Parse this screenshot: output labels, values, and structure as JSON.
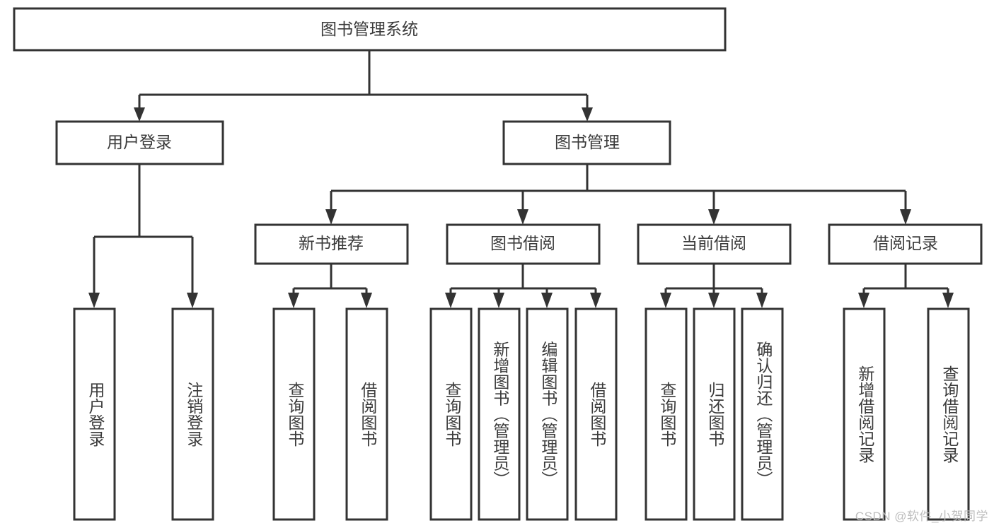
{
  "diagram": {
    "title": "图书管理系统",
    "watermark": "CSDN @软件_小贺同学",
    "colors": {
      "box_stroke": "#333333",
      "box_fill": "#ffffff",
      "text": "#3b3b3b",
      "watermark": "#bdbdbd",
      "background": "#ffffff"
    },
    "root": {
      "label": "图书管理系统"
    },
    "level1": [
      {
        "label": "用户登录"
      },
      {
        "label": "图书管理"
      }
    ],
    "level2": [
      {
        "label": "新书推荐"
      },
      {
        "label": "图书借阅"
      },
      {
        "label": "当前借阅"
      },
      {
        "label": "借阅记录"
      }
    ],
    "leaves": {
      "user_login": [
        {
          "label": "用户登录"
        },
        {
          "label": "注销登录"
        }
      ],
      "new_book": [
        {
          "label": "查询图书"
        },
        {
          "label": "借阅图书"
        }
      ],
      "book_borrow": [
        {
          "label": "查询图书"
        },
        {
          "label": "新增图书（管理员）"
        },
        {
          "label": "编辑图书（管理员）"
        },
        {
          "label": "借阅图书"
        }
      ],
      "current_borrow": [
        {
          "label": "查询图书"
        },
        {
          "label": "归还图书"
        },
        {
          "label": "确认归还（管理员）"
        }
      ],
      "borrow_record": [
        {
          "label": "新增借阅记录"
        },
        {
          "label": "查询借阅记录"
        }
      ]
    }
  }
}
